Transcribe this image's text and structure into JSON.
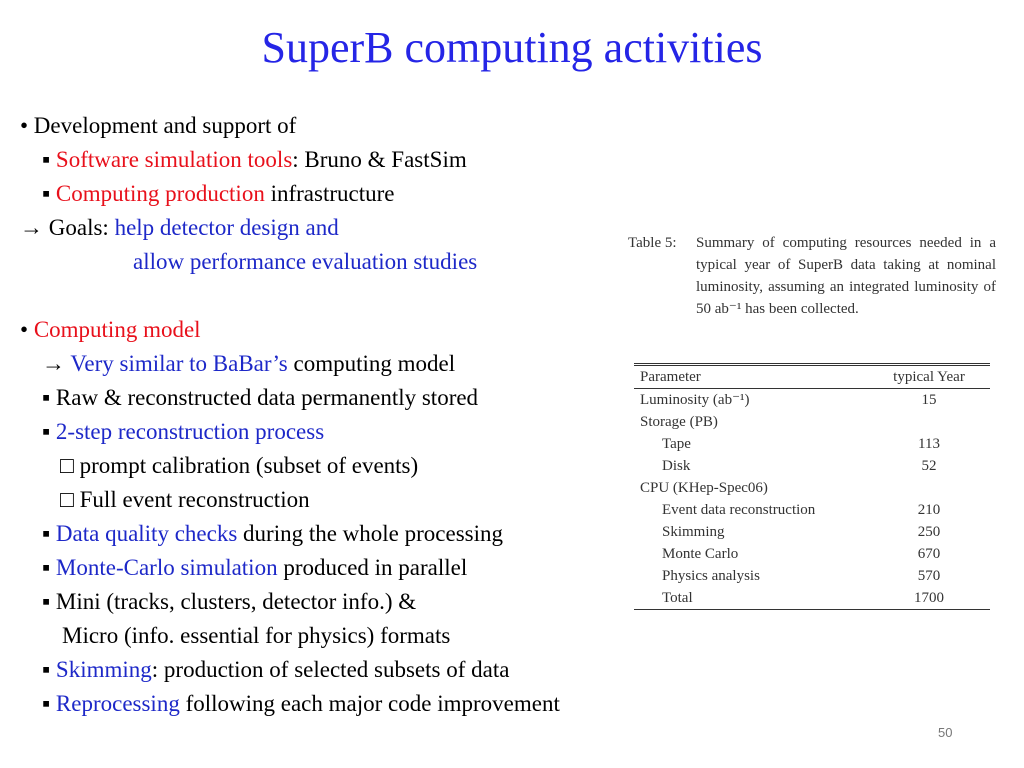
{
  "title": "SuperB computing activities",
  "bullets": {
    "b1": "• Development and support of",
    "b1a_marker": "▪",
    "b1a_red": "Software simulation tools",
    "b1a_rest": ": Bruno & FastSim",
    "b1b_marker": "▪",
    "b1b_red": "Computing production",
    "b1b_rest": " infrastructure",
    "goals_prefix": "→ Goals: ",
    "goals_blue": "help detector design and",
    "goals_blue2": "allow performance evaluation studies",
    "b2_marker": "•",
    "b2_red": "Computing model",
    "b2a_arrow": "→",
    "b2a_blue": "Very similar to BaBar’s",
    "b2a_rest": " computing model",
    "b2b": "▪ Raw & reconstructed data permanently stored",
    "b2c_marker": "▪",
    "b2c_blue": "2-step reconstruction process",
    "b2c1": "□ prompt calibration (subset of events)",
    "b2c2": "□ Full event reconstruction",
    "b2d_marker": "▪",
    "b2d_blue": "Data quality checks",
    "b2d_rest": " during the whole processing",
    "b2e_marker": "▪",
    "b2e_blue": "Monte-Carlo simulation",
    "b2e_rest": " produced in parallel",
    "b2f": "▪ Mini (tracks, clusters, detector info.) &",
    "b2f2": "Micro (info. essential for physics) formats",
    "b2g_marker": "▪",
    "b2g_blue": "Skimming",
    "b2g_rest": ": production of selected subsets of data",
    "b2h_marker": "▪",
    "b2h_blue": "Reprocessing",
    "b2h_rest": " following each major code improvement"
  },
  "table_caption": {
    "label": "Table 5:",
    "text": "Summary of computing resources needed in a typical year of SuperB data taking at nominal luminosity, assuming an integrated luminosity of 50 ab⁻¹ has been collected."
  },
  "table": {
    "headers": [
      "Parameter",
      "typical Year"
    ],
    "rows": [
      [
        "Luminosity (ab⁻¹)",
        "15"
      ],
      [
        "Storage (PB)",
        ""
      ],
      [
        "Tape",
        "113"
      ],
      [
        "Disk",
        "52"
      ],
      [
        "CPU (KHep-Spec06)",
        ""
      ],
      [
        "Event data reconstruction",
        "210"
      ],
      [
        "Skimming",
        "250"
      ],
      [
        "Monte Carlo",
        "670"
      ],
      [
        "Physics analysis",
        "570"
      ],
      [
        "Total",
        "1700"
      ]
    ]
  },
  "page_number": "50"
}
